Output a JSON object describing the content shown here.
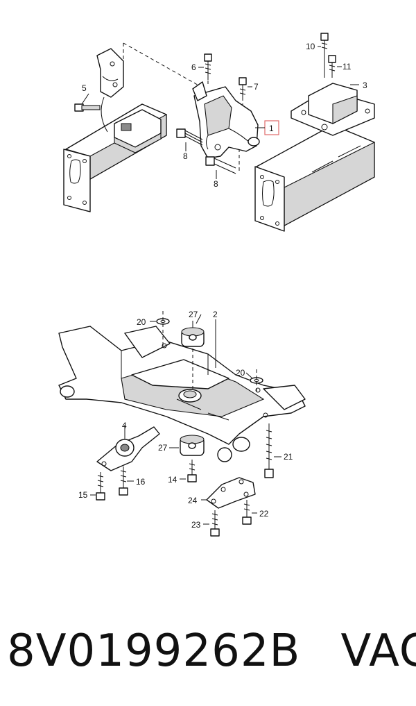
{
  "callouts_top": {
    "c1": "1",
    "c3": "3",
    "c5": "5",
    "c6": "6",
    "c7": "7",
    "c8a": "8",
    "c8b": "8",
    "c10": "10",
    "c11": "11"
  },
  "callouts_bottom": {
    "c2": "2",
    "c4": "4",
    "c14": "14",
    "c15": "15",
    "c16": "16",
    "c20a": "20",
    "c20b": "20",
    "c21": "21",
    "c22": "22",
    "c23": "23",
    "c24": "24",
    "c27a": "27",
    "c27b": "27"
  },
  "highlight_color": "#e06a6a",
  "part_number": "8V0199262B",
  "brand": "VAG"
}
